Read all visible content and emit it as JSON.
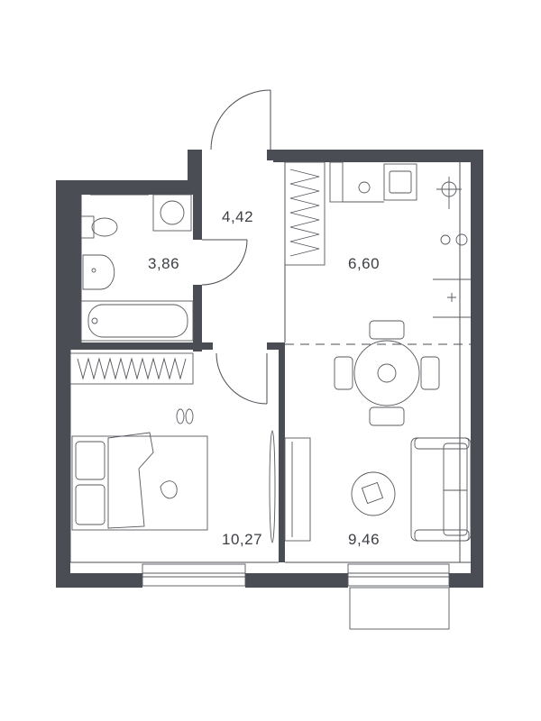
{
  "rooms": {
    "hall": {
      "area": "4,42"
    },
    "bathroom": {
      "area": "3,86"
    },
    "kitchen": {
      "area": "6,60"
    },
    "bedroom": {
      "area": "10,27"
    },
    "living": {
      "area": "9,46"
    }
  },
  "colors": {
    "wall": "#4a4d54",
    "background": "#ffffff",
    "text": "#3c3f45"
  }
}
